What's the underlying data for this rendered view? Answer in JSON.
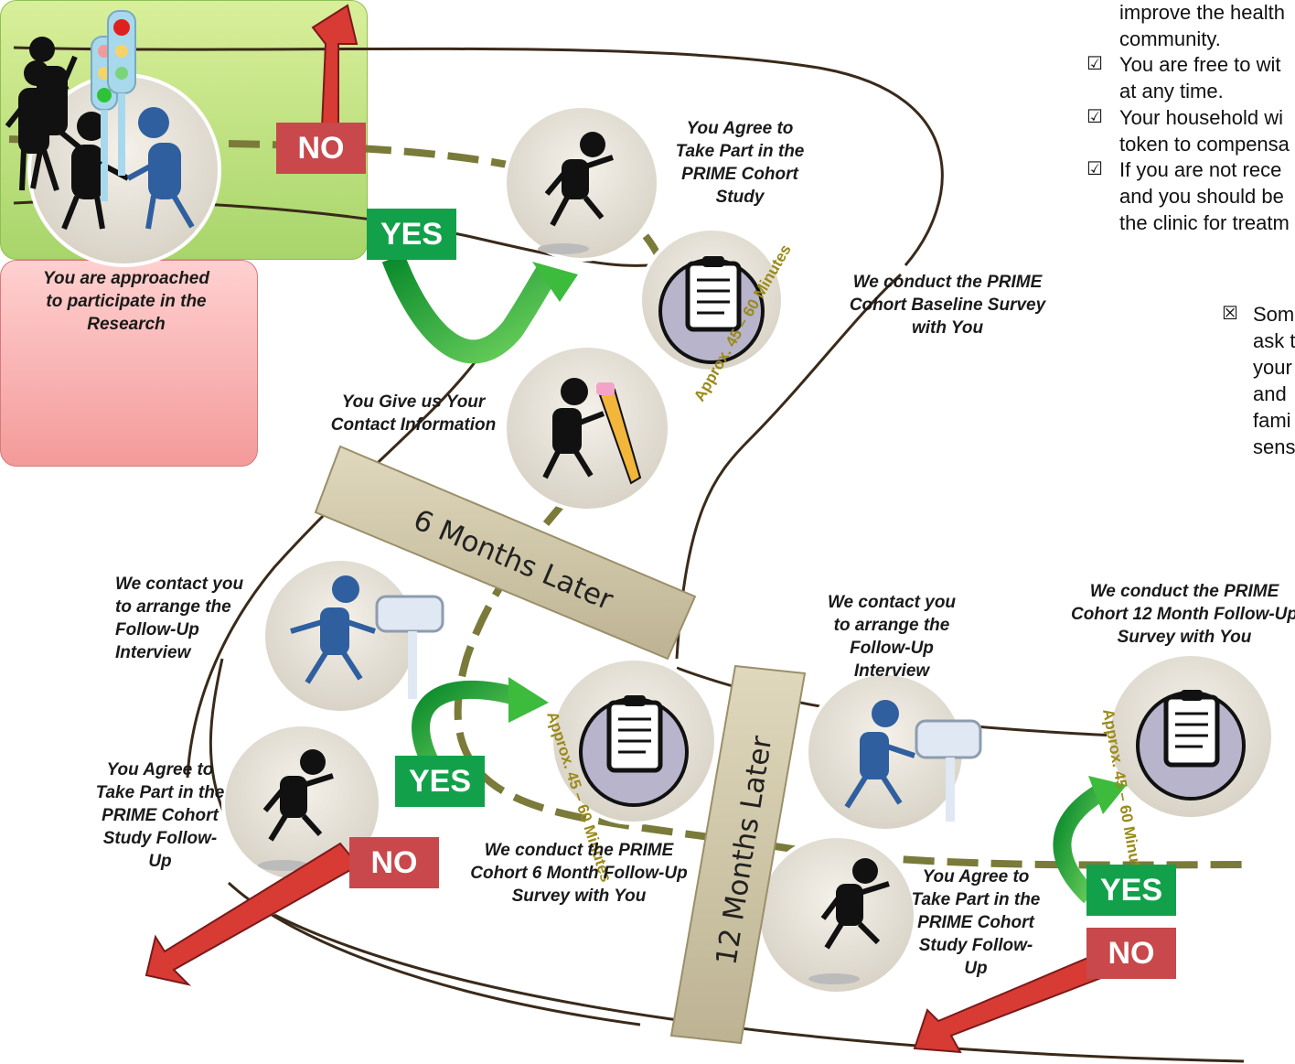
{
  "colors": {
    "path": "#3a2a1a",
    "dashed": "#7a7a3a",
    "yes": "#12a14a",
    "no": "#c8484b",
    "circle": "#e8e3da",
    "scroll": "#cfc6a8",
    "green_panel": "#c8e68a",
    "red_panel": "#f7b5b5",
    "figure_blue": "#2f5f9e"
  },
  "steps": {
    "approached": "You are approached to participate in the Research",
    "agree1": "You Agree to Take Part in the PRIME Cohort Study",
    "baseline": "We conduct the PRIME Cohort Baseline Survey with You",
    "contact_info": "You Give us Your Contact Information",
    "contact1": "We contact you to arrange the Follow-Up Interview",
    "agree2": "You Agree to Take Part in the PRIME Cohort Study Follow-Up",
    "survey6": "We conduct the PRIME Cohort 6 Month Follow-Up Survey with You",
    "contact2": "We contact you to arrange the Follow-Up Interview",
    "survey12": "We conduct the PRIME Cohort 12 Month Follow-Up Survey with You",
    "agree3": "You Agree to Take Part in the PRIME Cohort Study Follow-Up"
  },
  "badges": {
    "yes": "YES",
    "no": "NO"
  },
  "scrolls": {
    "six": "6 Months Later",
    "twelve": "12 Months Later"
  },
  "duration": "Approx. 45 – 60 Minutes",
  "icons": {
    "handshake": "handshake-figures-icon",
    "jumping": "jumping-figure-icon",
    "clipboard": "clipboard-icon",
    "pencil": "pencil-writing-icon",
    "mailbox": "mailbox-courier-icon",
    "traffic_green": "traffic-light-green-icon",
    "traffic_red": "traffic-light-red-icon"
  },
  "green_panel": {
    "lines": [
      {
        "check": "",
        "text": "improve the health"
      },
      {
        "check": "",
        "text": "community."
      },
      {
        "check": "☑",
        "text": "You are free to wit"
      },
      {
        "check": "",
        "text": "at any time."
      },
      {
        "check": "☑",
        "text": "Your household wi"
      },
      {
        "check": "",
        "text": "token to compensa"
      },
      {
        "check": "☑",
        "text": "If you are not rece"
      },
      {
        "check": "",
        "text": "and you should be"
      },
      {
        "check": "",
        "text": "the clinic for treatm"
      }
    ]
  },
  "red_panel": {
    "lines": [
      {
        "check": "☒",
        "text": "Som"
      },
      {
        "check": "",
        "text": "ask t"
      },
      {
        "check": "",
        "text": "your"
      },
      {
        "check": "",
        "text": "and"
      },
      {
        "check": "",
        "text": "fami"
      },
      {
        "check": "",
        "text": "sens"
      }
    ]
  }
}
